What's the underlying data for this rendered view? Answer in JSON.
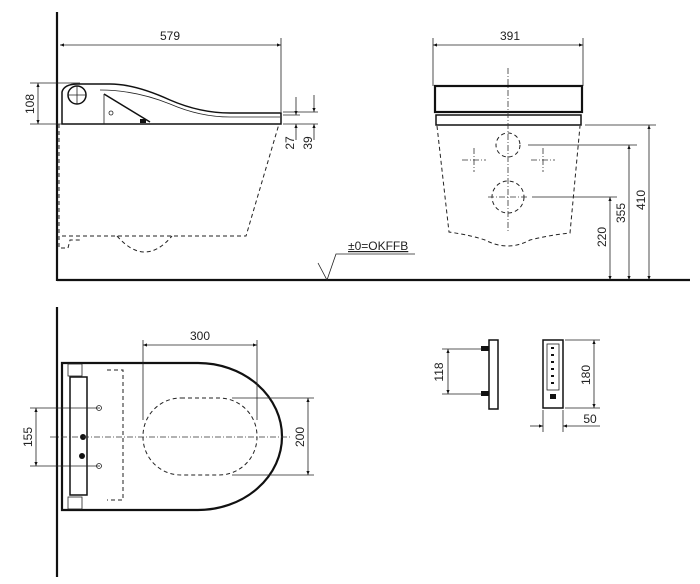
{
  "side_view": {
    "width": "579",
    "height_back": "108",
    "gap_a": "27",
    "gap_b": "39",
    "floor_label": "±0=OKFFB"
  },
  "front_view": {
    "width": "391",
    "height_top": "410",
    "height_upper": "355",
    "height_lower": "220"
  },
  "plan_view": {
    "bowl_length": "300",
    "bowl_width": "200",
    "bolt_spacing": "155"
  },
  "remote": {
    "mount_spacing": "118",
    "height": "180",
    "depth": "50"
  }
}
